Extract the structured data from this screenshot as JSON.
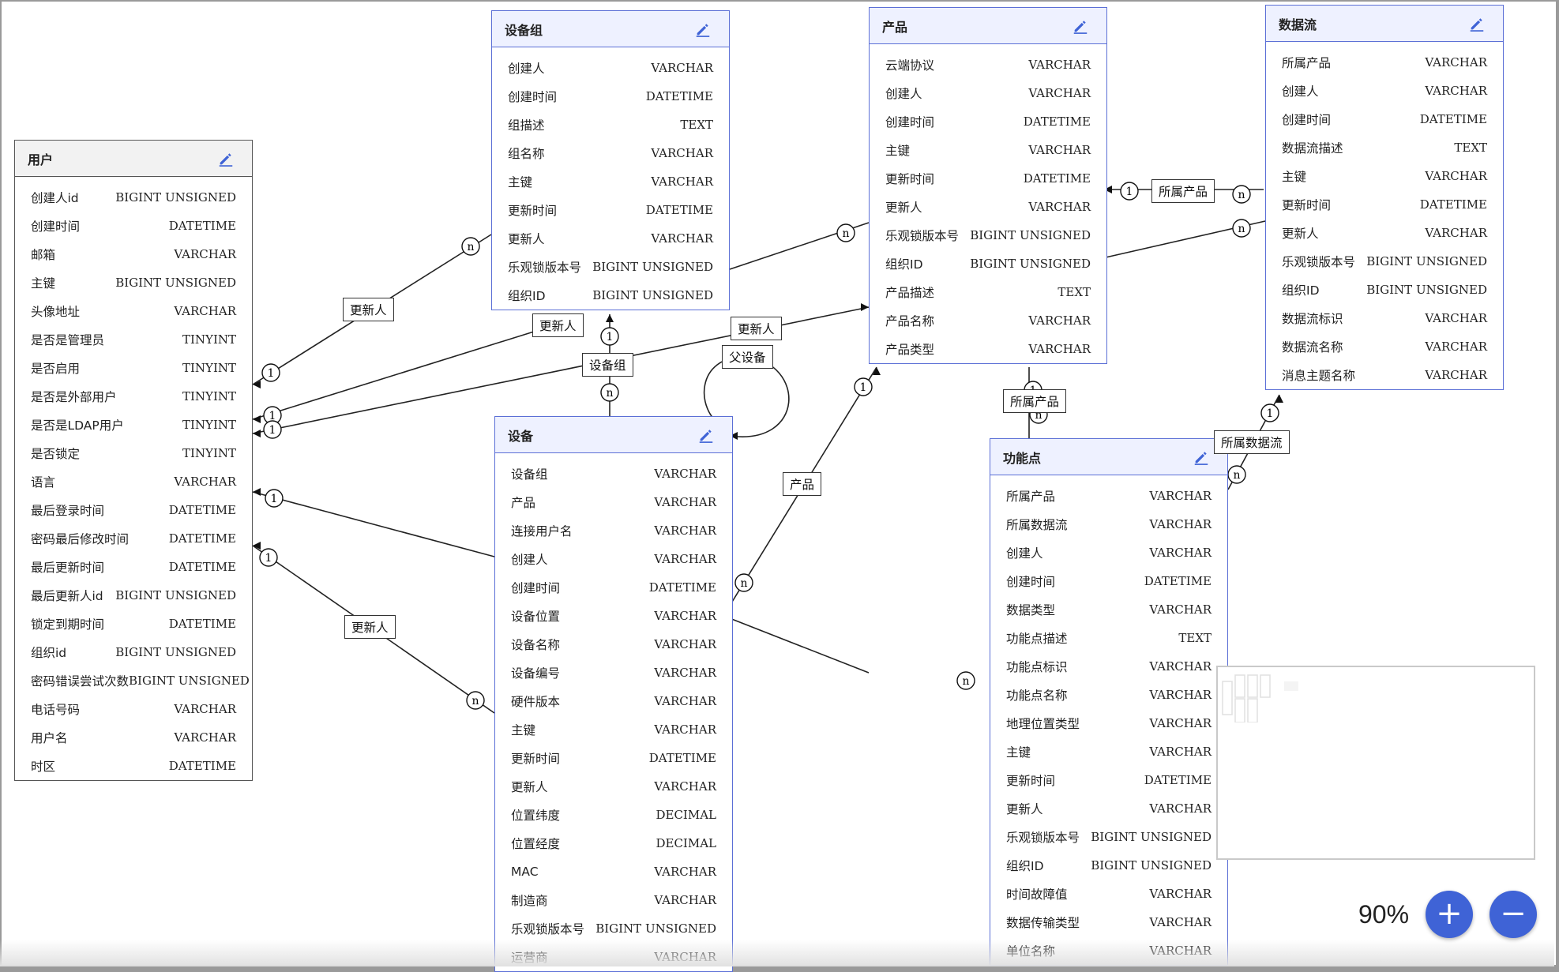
{
  "entities": [
    {
      "id": "user",
      "title": "用户",
      "fields": [
        [
          "创建人id",
          "BIGINT UNSIGNED"
        ],
        [
          "创建时间",
          "DATETIME"
        ],
        [
          "邮箱",
          "VARCHAR"
        ],
        [
          "主键",
          "BIGINT UNSIGNED"
        ],
        [
          "头像地址",
          "VARCHAR"
        ],
        [
          "是否是管理员",
          "TINYINT"
        ],
        [
          "是否启用",
          "TINYINT"
        ],
        [
          "是否是外部用户",
          "TINYINT"
        ],
        [
          "是否是LDAP用户",
          "TINYINT"
        ],
        [
          "是否锁定",
          "TINYINT"
        ],
        [
          "语言",
          "VARCHAR"
        ],
        [
          "最后登录时间",
          "DATETIME"
        ],
        [
          "密码最后修改时间",
          "DATETIME"
        ],
        [
          "最后更新时间",
          "DATETIME"
        ],
        [
          "最后更新人id",
          "BIGINT UNSIGNED"
        ],
        [
          "锁定到期时间",
          "DATETIME"
        ],
        [
          "组织id",
          "BIGINT UNSIGNED"
        ],
        [
          "密码错误尝试次数",
          "BIGINT UNSIGNED"
        ],
        [
          "电话号码",
          "VARCHAR"
        ],
        [
          "用户名",
          "VARCHAR"
        ],
        [
          "时区",
          "DATETIME"
        ]
      ]
    },
    {
      "id": "group",
      "title": "设备组",
      "fields": [
        [
          "创建人",
          "VARCHAR"
        ],
        [
          "创建时间",
          "DATETIME"
        ],
        [
          "组描述",
          "TEXT"
        ],
        [
          "组名称",
          "VARCHAR"
        ],
        [
          "主键",
          "VARCHAR"
        ],
        [
          "更新时间",
          "DATETIME"
        ],
        [
          "更新人",
          "VARCHAR"
        ],
        [
          "乐观锁版本号",
          "BIGINT UNSIGNED"
        ],
        [
          "组织ID",
          "BIGINT UNSIGNED"
        ]
      ]
    },
    {
      "id": "product",
      "title": "产品",
      "fields": [
        [
          "云端协议",
          "VARCHAR"
        ],
        [
          "创建人",
          "VARCHAR"
        ],
        [
          "创建时间",
          "DATETIME"
        ],
        [
          "主键",
          "VARCHAR"
        ],
        [
          "更新时间",
          "DATETIME"
        ],
        [
          "更新人",
          "VARCHAR"
        ],
        [
          "乐观锁版本号",
          "BIGINT UNSIGNED"
        ],
        [
          "组织ID",
          "BIGINT UNSIGNED"
        ],
        [
          "产品描述",
          "TEXT"
        ],
        [
          "产品名称",
          "VARCHAR"
        ],
        [
          "产品类型",
          "VARCHAR"
        ]
      ]
    },
    {
      "id": "stream",
      "title": "数据流",
      "fields": [
        [
          "所属产品",
          "VARCHAR"
        ],
        [
          "创建人",
          "VARCHAR"
        ],
        [
          "创建时间",
          "DATETIME"
        ],
        [
          "数据流描述",
          "TEXT"
        ],
        [
          "主键",
          "VARCHAR"
        ],
        [
          "更新时间",
          "DATETIME"
        ],
        [
          "更新人",
          "VARCHAR"
        ],
        [
          "乐观锁版本号",
          "BIGINT UNSIGNED"
        ],
        [
          "组织ID",
          "BIGINT UNSIGNED"
        ],
        [
          "数据流标识",
          "VARCHAR"
        ],
        [
          "数据流名称",
          "VARCHAR"
        ],
        [
          "消息主题名称",
          "VARCHAR"
        ]
      ]
    },
    {
      "id": "device",
      "title": "设备",
      "fields": [
        [
          "设备组",
          "VARCHAR"
        ],
        [
          "产品",
          "VARCHAR"
        ],
        [
          "连接用户名",
          "VARCHAR"
        ],
        [
          "创建人",
          "VARCHAR"
        ],
        [
          "创建时间",
          "DATETIME"
        ],
        [
          "设备位置",
          "VARCHAR"
        ],
        [
          "设备名称",
          "VARCHAR"
        ],
        [
          "设备编号",
          "VARCHAR"
        ],
        [
          "硬件版本",
          "VARCHAR"
        ],
        [
          "主键",
          "VARCHAR"
        ],
        [
          "更新时间",
          "DATETIME"
        ],
        [
          "更新人",
          "VARCHAR"
        ],
        [
          "位置纬度",
          "DECIMAL"
        ],
        [
          "位置经度",
          "DECIMAL"
        ],
        [
          "MAC",
          "VARCHAR"
        ],
        [
          "制造商",
          "VARCHAR"
        ],
        [
          "乐观锁版本号",
          "BIGINT UNSIGNED"
        ],
        [
          "运营商",
          "VARCHAR"
        ]
      ]
    },
    {
      "id": "feature",
      "title": "功能点",
      "fields": [
        [
          "所属产品",
          "VARCHAR"
        ],
        [
          "所属数据流",
          "VARCHAR"
        ],
        [
          "创建人",
          "VARCHAR"
        ],
        [
          "创建时间",
          "DATETIME"
        ],
        [
          "数据类型",
          "VARCHAR"
        ],
        [
          "功能点描述",
          "TEXT"
        ],
        [
          "功能点标识",
          "VARCHAR"
        ],
        [
          "功能点名称",
          "VARCHAR"
        ],
        [
          "地理位置类型",
          "VARCHAR"
        ],
        [
          "主键",
          "VARCHAR"
        ],
        [
          "更新时间",
          "DATETIME"
        ],
        [
          "更新人",
          "VARCHAR"
        ],
        [
          "乐观锁版本号",
          "BIGINT UNSIGNED"
        ],
        [
          "组织ID",
          "BIGINT UNSIGNED"
        ],
        [
          "时间故障值",
          "VARCHAR"
        ],
        [
          "数据传输类型",
          "VARCHAR"
        ],
        [
          "单位名称",
          "VARCHAR"
        ]
      ]
    }
  ],
  "relation_labels": [
    "更新人",
    "更新人",
    "更新人",
    "更新人",
    "设备组",
    "父设备",
    "产品",
    "所属产品",
    "所属产品",
    "所属数据流"
  ],
  "cardinality": {
    "one": "1",
    "many": "n"
  },
  "zoom": {
    "level": "90%",
    "plus": "+",
    "minus": "−"
  },
  "colors": {
    "accent": "#3f63d6",
    "selected_border": "#5b6fd6",
    "line": "#222222"
  },
  "icons": {
    "edit": "pencil-icon"
  }
}
